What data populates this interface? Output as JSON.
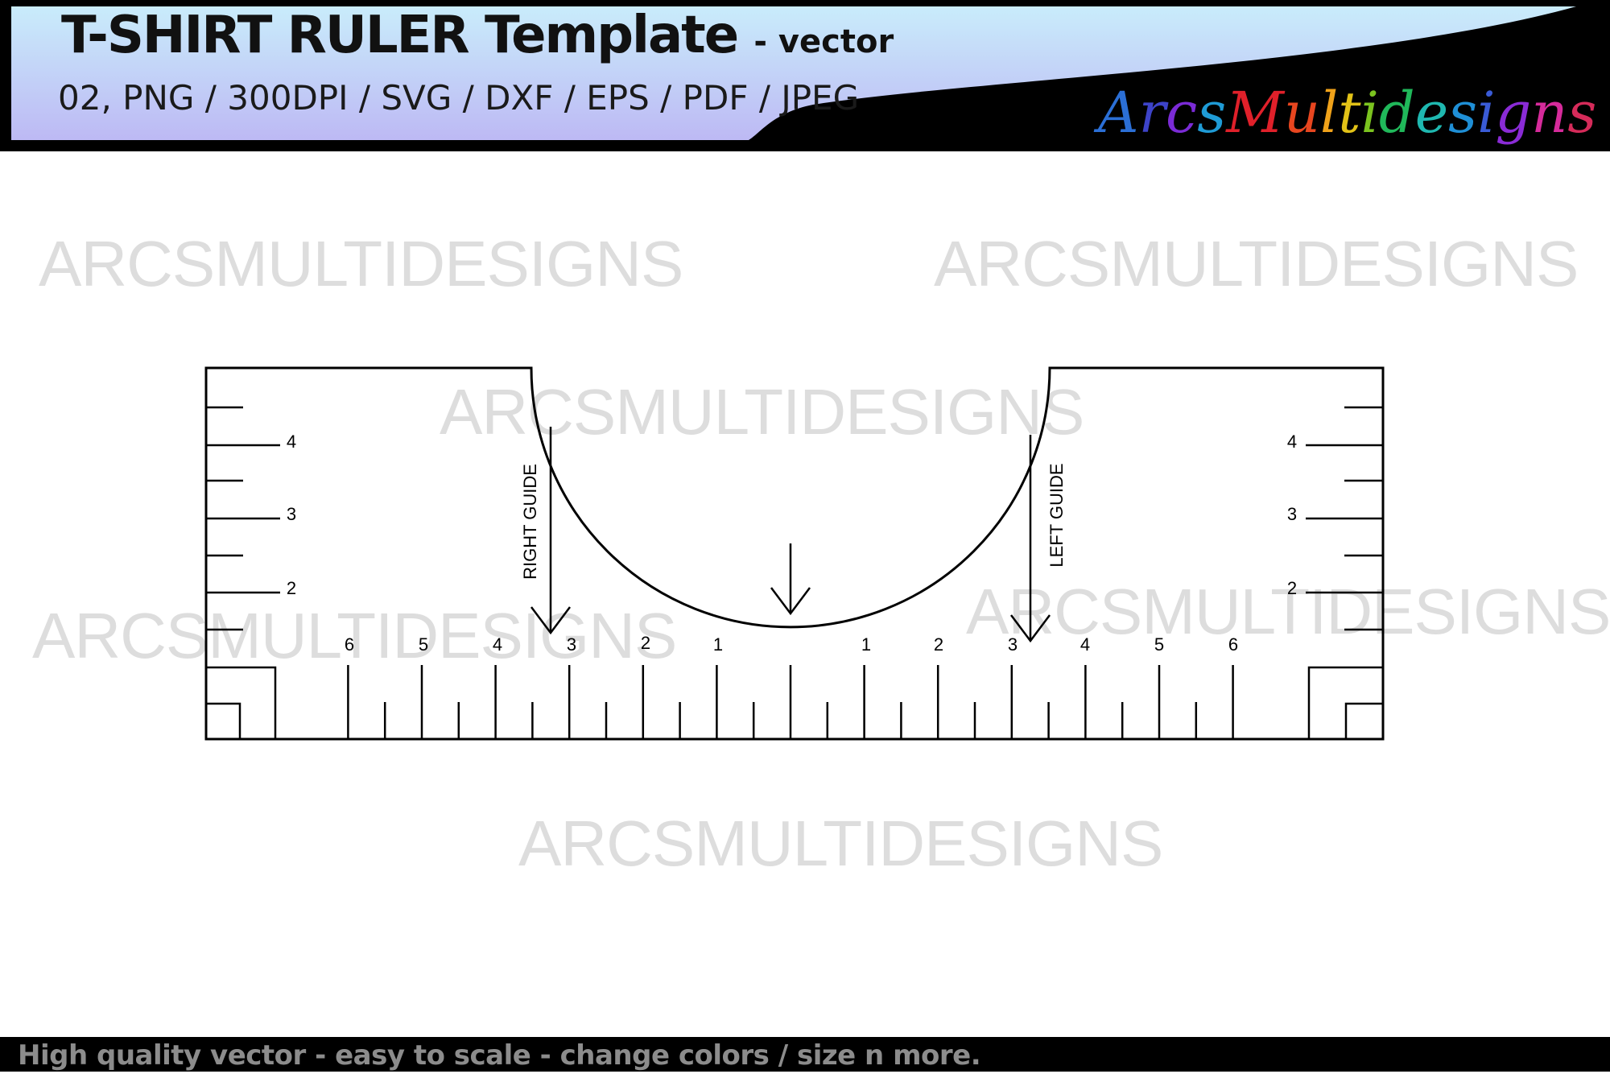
{
  "header": {
    "title": "T-SHIRT RULER Template",
    "title_suffix": "- vector",
    "formats": "02, PNG / 300DPI / SVG / DXF / EPS / PDF / JPEG",
    "brand": "ArcsMultidesigns",
    "brand_colors": [
      "#2b6fd6",
      "#3d43c8",
      "#7b2bd6",
      "#1f9bd6",
      "#e0202a",
      "#e8461f",
      "#f0a21a",
      "#e2c217",
      "#7bc31f",
      "#20b85a",
      "#1fb8b0",
      "#1f8fd6",
      "#3a5bd6",
      "#8a2bd6",
      "#d62b9b",
      "#d62b5a"
    ],
    "banner_gradient": [
      "#c9ecfb",
      "#b9b7f3"
    ]
  },
  "watermark": "ARCSMULTIDESIGNS",
  "ruler": {
    "guide_right": "RIGHT GUIDE",
    "guide_left": "LEFT GUIDE",
    "left_scale": [
      "4",
      "3",
      "2"
    ],
    "right_scale": [
      "4",
      "3",
      "2"
    ],
    "bottom_scale_left": [
      "6",
      "5",
      "4",
      "3",
      "2",
      "1"
    ],
    "bottom_scale_right": [
      "1",
      "2",
      "3",
      "4",
      "5",
      "6"
    ]
  },
  "footer": {
    "text": "High quality vector - easy to scale  - change colors / size n more."
  }
}
